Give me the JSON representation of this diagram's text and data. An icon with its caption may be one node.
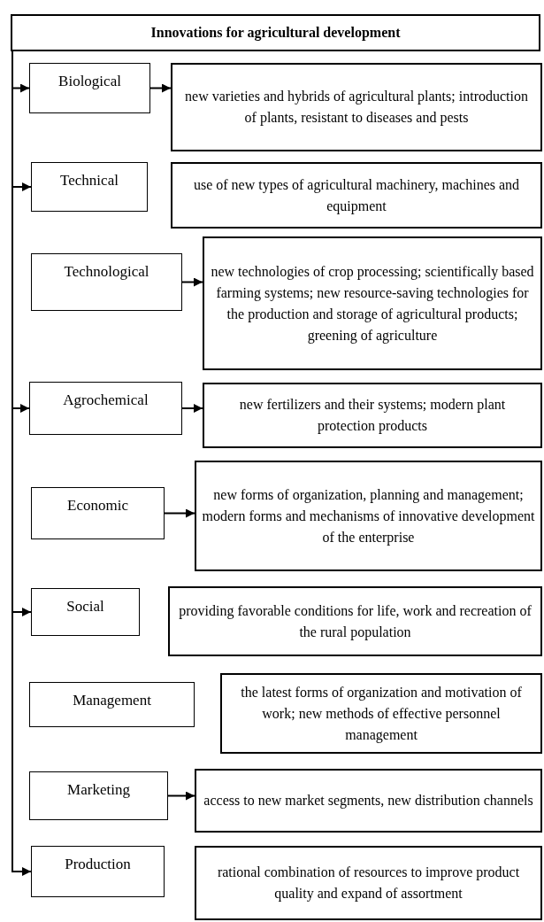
{
  "diagram": {
    "nodes": [
      {
        "text": [
          "Innovations for agricultural development"
        ]
      },
      {
        "text": [
          "Biological"
        ]
      },
      {
        "text": [
          "new varieties and hybrids of agricultural plants; introduction of plants, resistant to diseases and pests"
        ]
      },
      {
        "text": [
          "Technical"
        ]
      },
      {
        "text": [
          "use of new types of agricultural machinery, machines and equipment"
        ]
      },
      {
        "text": [
          "Technological"
        ]
      },
      {
        "text": [
          "new technologies of crop processing; scientifically based farming systems; new resource-saving technologies for the production and storage of agricultural products; greening of agriculture"
        ]
      },
      {
        "text": [
          "Agrochemical"
        ]
      },
      {
        "text": [
          "new fertilizers and their systems; modern plant protection products"
        ]
      },
      {
        "text": [
          "Economic"
        ]
      },
      {
        "text": [
          "new forms of organization, planning and management; modern forms and mechanisms of innovative development of the enterprise"
        ]
      },
      {
        "text": [
          "Social"
        ]
      },
      {
        "text": [
          "providing favorable conditions for life, work and recreation of the rural population"
        ]
      },
      {
        "text": [
          "Management"
        ]
      },
      {
        "text": [
          "the latest forms of organization and motivation of work; new methods of effective personnel management"
        ]
      },
      {
        "text": [
          "Marketing"
        ]
      },
      {
        "text": [
          "access to new market segments, new distribution channels"
        ]
      },
      {
        "text": [
          "Production"
        ]
      },
      {
        "text": [
          "rational combination of resources to improve product quality and expand of assortment"
        ]
      }
    ],
    "edges": [
      {
        "from": 0,
        "to": 1,
        "arrow": "to"
      },
      {
        "from": 0,
        "to": 3,
        "arrow": "to"
      },
      {
        "from": 0,
        "to": 7,
        "arrow": "to"
      },
      {
        "from": 0,
        "to": 11,
        "arrow": "to"
      },
      {
        "from": 0,
        "to": 17,
        "arrow": "to"
      },
      {
        "from": 1,
        "to": 2,
        "arrow": "to"
      },
      {
        "from": 5,
        "to": 6,
        "arrow": "to"
      },
      {
        "from": 7,
        "to": 8,
        "arrow": "to"
      },
      {
        "from": 9,
        "to": 10,
        "arrow": "to"
      },
      {
        "from": 15,
        "to": 16,
        "arrow": "to"
      }
    ]
  }
}
